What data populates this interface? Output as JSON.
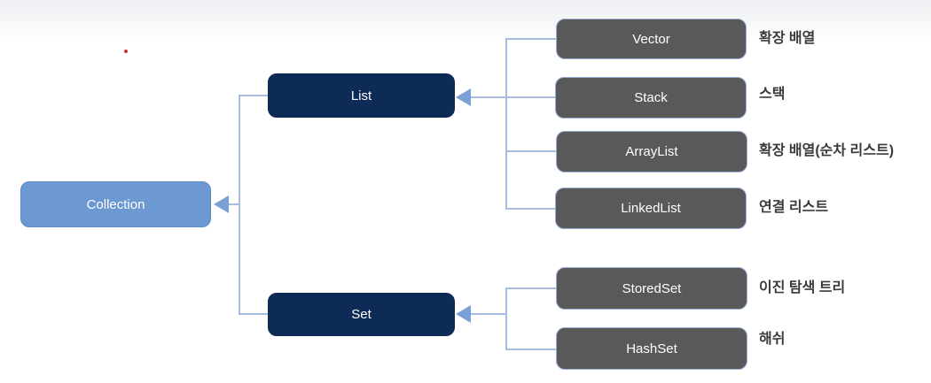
{
  "diagram": {
    "description": "Java Collection framework hierarchy diagram",
    "nodes": {
      "collection": {
        "label": "Collection"
      },
      "list": {
        "label": "List"
      },
      "set": {
        "label": "Set"
      },
      "vector": {
        "label": "Vector",
        "note": "확장 배열"
      },
      "stack": {
        "label": "Stack",
        "note": "스택"
      },
      "arraylist": {
        "label": "ArrayList",
        "note": "확장 배열(순차 리스트)"
      },
      "linkedlist": {
        "label": "LinkedList",
        "note": "연결 리스트"
      },
      "storedset": {
        "label": "StoredSet",
        "note": "이진 탐색 트리"
      },
      "hashset": {
        "label": "HashSet",
        "note": "해쉬"
      }
    },
    "edges": [
      {
        "from": "list",
        "to": "collection"
      },
      {
        "from": "set",
        "to": "collection"
      },
      {
        "from": "vector",
        "to": "list"
      },
      {
        "from": "stack",
        "to": "list"
      },
      {
        "from": "arraylist",
        "to": "list"
      },
      {
        "from": "linkedlist",
        "to": "list"
      },
      {
        "from": "storedset",
        "to": "set"
      },
      {
        "from": "hashset",
        "to": "set"
      }
    ],
    "colors": {
      "root_fill": "#6C99D1",
      "root_border": "#5E8BC6",
      "branch_fill": "#0E2A57",
      "leaf_fill": "#595959",
      "leaf_border": "#9AB1D6",
      "connector_line": "#A6BCE0",
      "arrowhead": "#7BA0D6",
      "node_text": "#FFFFFF",
      "note_text": "#3A3A3A"
    }
  }
}
